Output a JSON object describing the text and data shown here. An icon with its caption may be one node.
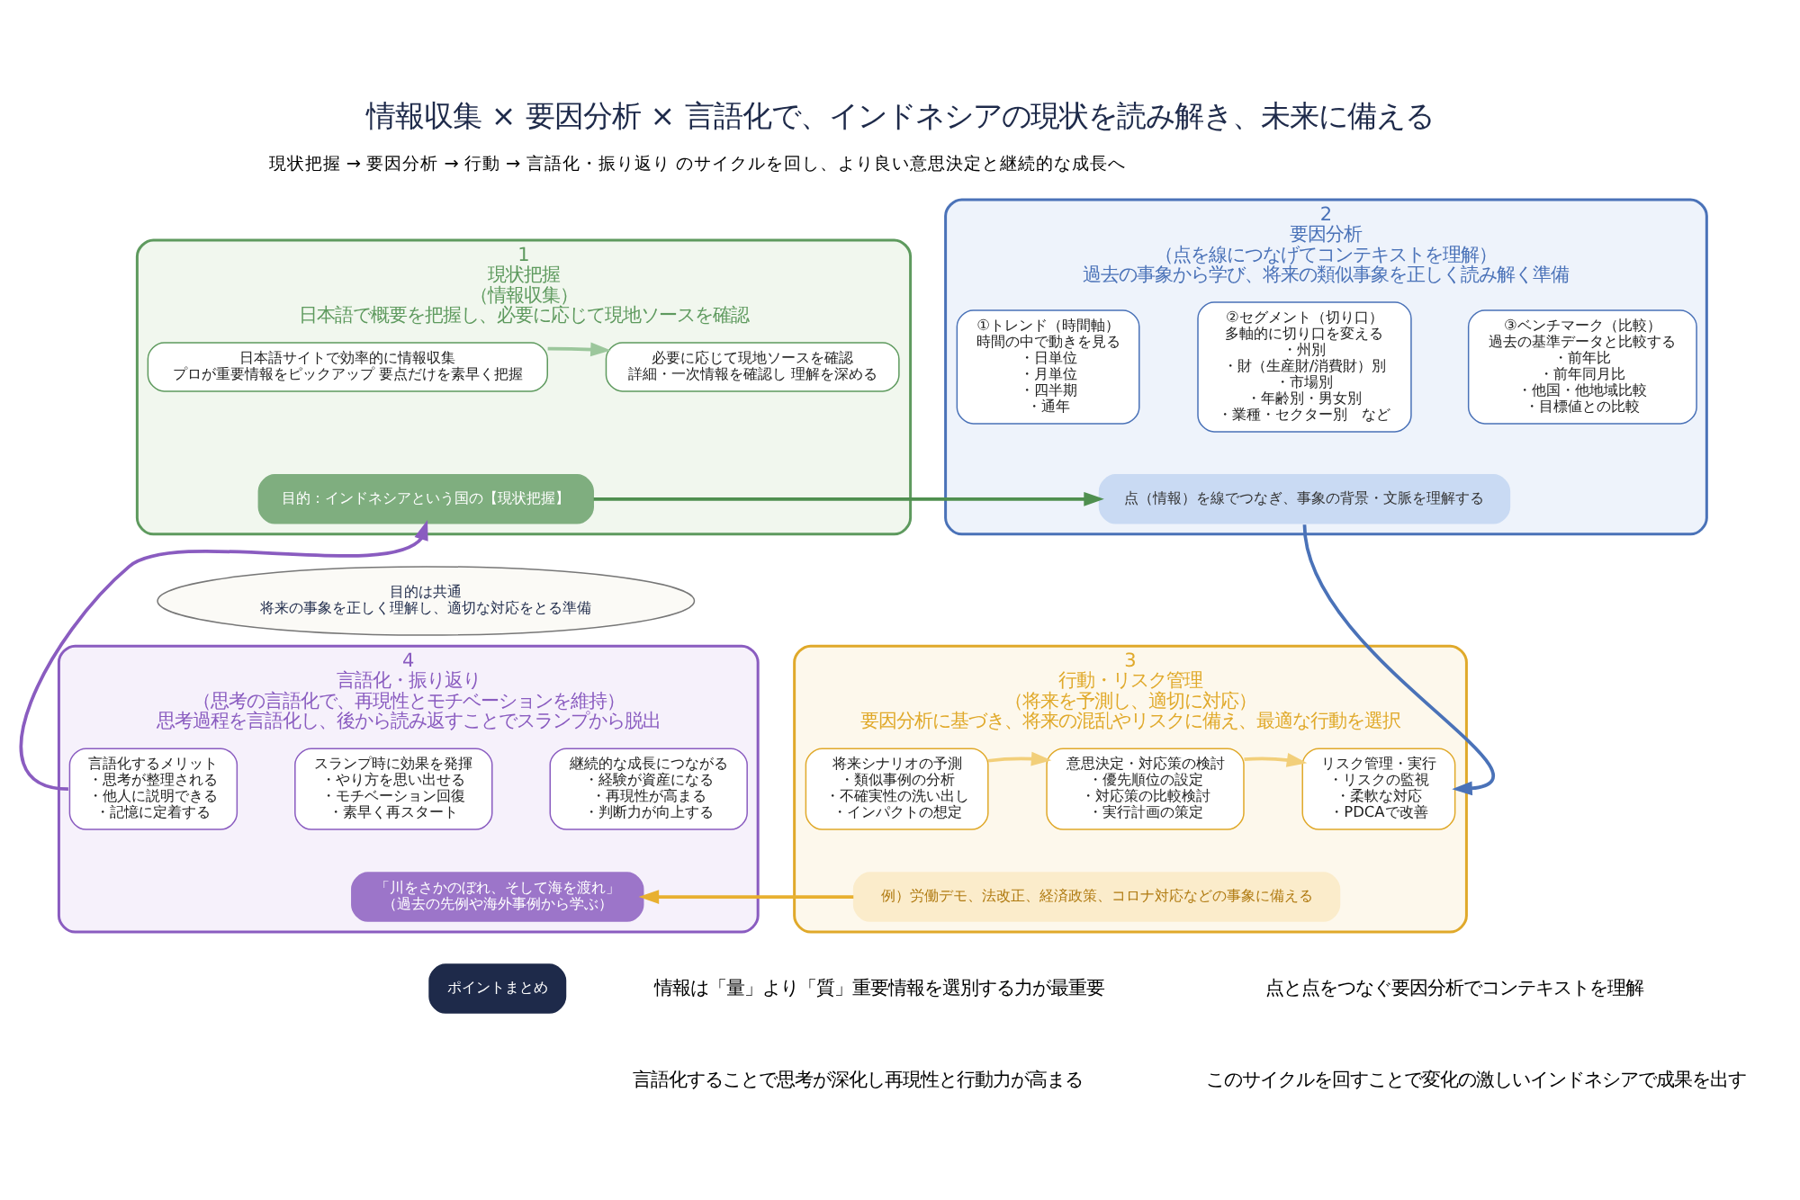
{
  "diagram": {
    "title": "情報収集 × 要因分析 × 言語化で、インドネシアの現状を読み解き、未来に備える",
    "nodes": [
      {
        "text": [
          "1",
          "現状把握",
          "（情報収集）",
          "日本語で概要を把握し、必要に応じて現地ソースを確認"
        ]
      },
      {
        "text": [
          "日本語サイトで効率的に情報収集",
          "プロが重要情報をピックアップ 要点だけを素早く把握"
        ],
        "in": 0
      },
      {
        "text": [
          "必要に応じて現地ソースを確認",
          "詳細・一次情報を確認し 理解を深める"
        ],
        "in": 0
      },
      {
        "text": [
          "目的：インドネシアという国の【現状把握】"
        ],
        "in": 0
      },
      {
        "text": [
          "2",
          "要因分析",
          "（点を線につなげてコンテキストを理解）",
          "過去の事象から学び、将来の類似事象を正しく読み解く準備"
        ]
      },
      {
        "text": [
          "①トレンド（時間軸）",
          "時間の中で動きを見る",
          "・日単位",
          "・月単位",
          "・四半期",
          "・通年"
        ],
        "in": 4
      },
      {
        "text": [
          "②セグメント（切り口）",
          "多軸的に切り口を変える",
          "・州別",
          "・財（生産財/消費財）別",
          "・市場別",
          "・年齢別・男女別",
          "・業種・セクター別　など"
        ],
        "in": 4
      },
      {
        "text": [
          "③ベンチマーク（比較）",
          "過去の基準データと比較する",
          "・前年比",
          "・前年同月比",
          "・他国・他地域比較",
          "・目標値との比較"
        ],
        "in": 4
      },
      {
        "text": [
          "点（情報）を線でつなぎ、事象の背景・文脈を理解する"
        ],
        "in": 4
      },
      {
        "text": [
          "3",
          "行動・リスク管理",
          "（将来を予測し、適切に対応）",
          "要因分析に基づき、将来の混乱やリスクに備え、最適な行動を選択"
        ]
      },
      {
        "text": [
          "将来シナリオの予測",
          "・類似事例の分析",
          "・不確実性の洗い出し",
          "・インパクトの想定"
        ],
        "in": 9
      },
      {
        "text": [
          "意思決定・対応策の検討",
          "・優先順位の設定",
          "・対応策の比較検討",
          "・実行計画の策定"
        ],
        "in": 9
      },
      {
        "text": [
          "リスク管理・実行",
          "・リスクの監視",
          "・柔軟な対応",
          "・PDCAで改善"
        ],
        "in": 9
      },
      {
        "text": [
          "例）労働デモ、法改正、経済政策、コロナ対応などの事象に備える"
        ],
        "in": 9
      },
      {
        "text": [
          "4",
          "言語化・振り返り",
          "（思考の言語化で、再現性とモチベーションを維持）",
          "思考過程を言語化し、後から読み返すことでスランプから脱出"
        ]
      },
      {
        "text": [
          "言語化するメリット",
          "・思考が整理される",
          "・他人に説明できる",
          "・記憶に定着する"
        ],
        "in": 14
      },
      {
        "text": [
          "スランプ時に効果を発揮",
          "・やり方を思い出せる",
          "・モチベーション回復",
          "・素早く再スタート"
        ],
        "in": 14
      },
      {
        "text": [
          "継続的な成長につながる",
          "・経験が資産になる",
          "・再現性が高まる",
          "・判断力が向上する"
        ],
        "in": 14
      },
      {
        "text": [
          "「川をさかのぼれ、そして海を渡れ」",
          "（過去の先例や海外事例から学ぶ）"
        ],
        "in": 14
      },
      {
        "text": [
          "目的は共通",
          "将来の事象を正しく理解し、適切な対応をとる準備"
        ]
      },
      {
        "text": [
          "ポイントまとめ"
        ]
      }
    ],
    "edges": [
      {
        "from": 1,
        "to": 2,
        "arrow": "to",
        "color": "#9cc79c"
      },
      {
        "from": 0,
        "to": 4,
        "arrow": "to",
        "color": "#4f8f4f"
      },
      {
        "from": 4,
        "to": 9,
        "arrow": "to",
        "color": "#4a72b8"
      },
      {
        "from": 10,
        "to": 11,
        "arrow": "to",
        "color": "#f2cf7a"
      },
      {
        "from": 11,
        "to": 12,
        "arrow": "to",
        "color": "#f2cf7a"
      },
      {
        "from": 9,
        "to": 14,
        "arrow": "to",
        "color": "#e8b030"
      },
      {
        "from": 14,
        "to": 0,
        "arrow": "to",
        "color": "#8a5cc0"
      }
    ],
    "labels": [
      "現状把握 → 要因分析 → 行動 → 言語化・振り返り のサイクルを回し、より良い意思決定と継続的な成長へ",
      "情報は「量」より「質」重要情報を選別する力が最重要",
      "点と点をつなぐ要因分析でコンテキストを理解",
      "言語化することで思考が深化し再現性と行動力が高まる",
      "このサイクルを回すことで変化の激しいインドネシアで成果を出す"
    ]
  }
}
